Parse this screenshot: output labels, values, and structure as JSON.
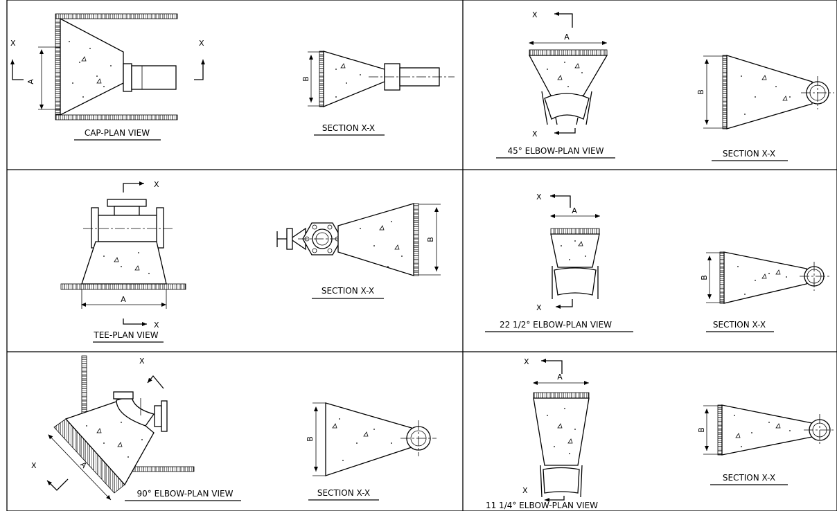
{
  "panels": [
    {
      "id": "cap",
      "caption": "CAP-PLAN VIEW",
      "dims": [
        "A"
      ],
      "marks": [
        "X",
        "X"
      ]
    },
    {
      "id": "cap-section",
      "caption": "SECTION X-X",
      "dims": [
        "B"
      ]
    },
    {
      "id": "elbow45",
      "caption": "45° ELBOW-PLAN VIEW",
      "dims": [
        "A"
      ],
      "marks": [
        "X",
        "X"
      ]
    },
    {
      "id": "elbow45-section",
      "caption": "SECTION X-X",
      "dims": [
        "B"
      ]
    },
    {
      "id": "tee",
      "caption": "TEE-PLAN VIEW",
      "dims": [
        "A"
      ],
      "marks": [
        "X",
        "X"
      ]
    },
    {
      "id": "tee-section",
      "caption": "SECTION X-X",
      "dims": [
        "B"
      ]
    },
    {
      "id": "elbow22",
      "caption": "22 1/2° ELBOW-PLAN VIEW",
      "dims": [
        "A"
      ],
      "marks": [
        "X",
        "X"
      ]
    },
    {
      "id": "elbow22-section",
      "caption": "SECTION X-X",
      "dims": [
        "B"
      ]
    },
    {
      "id": "elbow90",
      "caption": "90° ELBOW-PLAN VIEW",
      "dims": [
        "A"
      ],
      "marks": [
        "X",
        "X"
      ]
    },
    {
      "id": "elbow90-section",
      "caption": "SECTION X-X",
      "dims": [
        "B"
      ]
    },
    {
      "id": "elbow11",
      "caption": "11 1/4° ELBOW-PLAN VIEW",
      "dims": [
        "A"
      ],
      "marks": [
        "X",
        "X"
      ]
    },
    {
      "id": "elbow11-section",
      "caption": "SECTION X-X",
      "dims": [
        "B"
      ]
    }
  ]
}
